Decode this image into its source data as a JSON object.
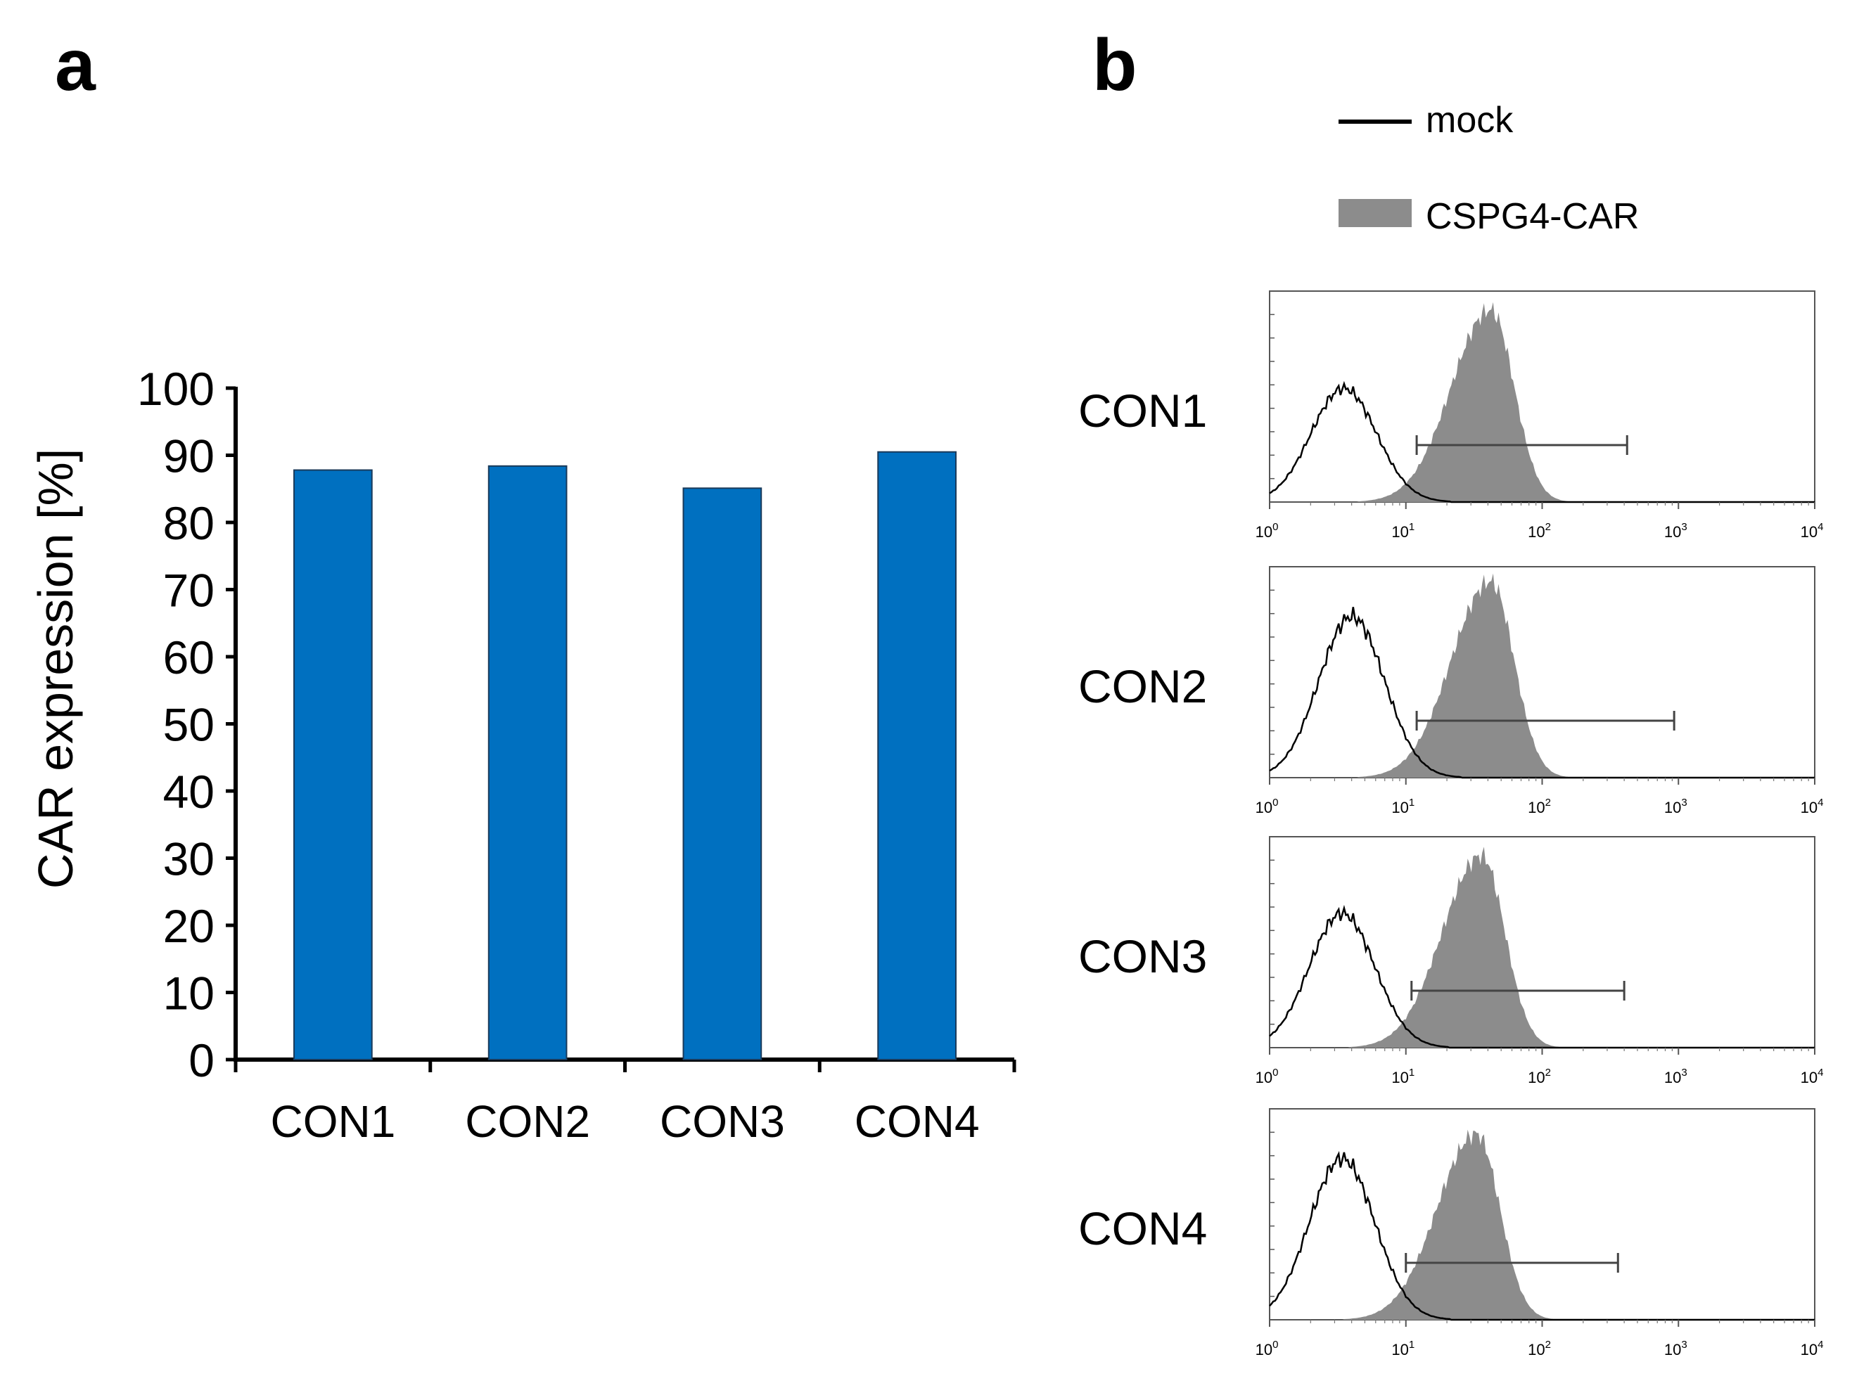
{
  "panel_a": {
    "label": "a"
  },
  "panel_b": {
    "label": "b"
  },
  "colors": {
    "bar": "#0070C0",
    "hist_fill": "#8C8C8C",
    "axis": "#000000"
  },
  "chart_data": [
    {
      "type": "bar",
      "categories": [
        "CON1",
        "CON2",
        "CON3",
        "CON4"
      ],
      "values": [
        87.8,
        88.4,
        85.1,
        90.5
      ],
      "ylabel": "CAR expression [%]",
      "ylim": [
        0,
        100
      ],
      "yticks": [
        0,
        10,
        20,
        30,
        40,
        50,
        60,
        70,
        80,
        90,
        100
      ],
      "grid": false
    },
    {
      "type": "area",
      "xscale": "log",
      "xlim": [
        1,
        10000
      ],
      "xticks": [
        {
          "base": "10",
          "exp": "0"
        },
        {
          "base": "10",
          "exp": "1"
        },
        {
          "base": "10",
          "exp": "2"
        },
        {
          "base": "10",
          "exp": "3"
        },
        {
          "base": "10",
          "exp": "4"
        }
      ],
      "legend": [
        {
          "name": "mock",
          "style": "line"
        },
        {
          "name": "CSPG4-CAR",
          "style": "filled"
        }
      ],
      "panels": [
        {
          "label": "CON1",
          "mock": {
            "peak": 3.5,
            "height": 0.55
          },
          "car": {
            "peak": 42,
            "height": 0.93
          },
          "gate": [
            12,
            420
          ]
        },
        {
          "label": "CON2",
          "mock": {
            "peak": 4.0,
            "height": 0.78
          },
          "car": {
            "peak": 42,
            "height": 0.95
          },
          "gate": [
            12,
            930
          ]
        },
        {
          "label": "CON3",
          "mock": {
            "peak": 3.4,
            "height": 0.65
          },
          "car": {
            "peak": 36,
            "height": 0.93
          },
          "gate": [
            11,
            400
          ]
        },
        {
          "label": "CON4",
          "mock": {
            "peak": 3.4,
            "height": 0.78
          },
          "car": {
            "peak": 33,
            "height": 0.9
          },
          "gate": [
            10,
            360
          ]
        }
      ]
    }
  ]
}
